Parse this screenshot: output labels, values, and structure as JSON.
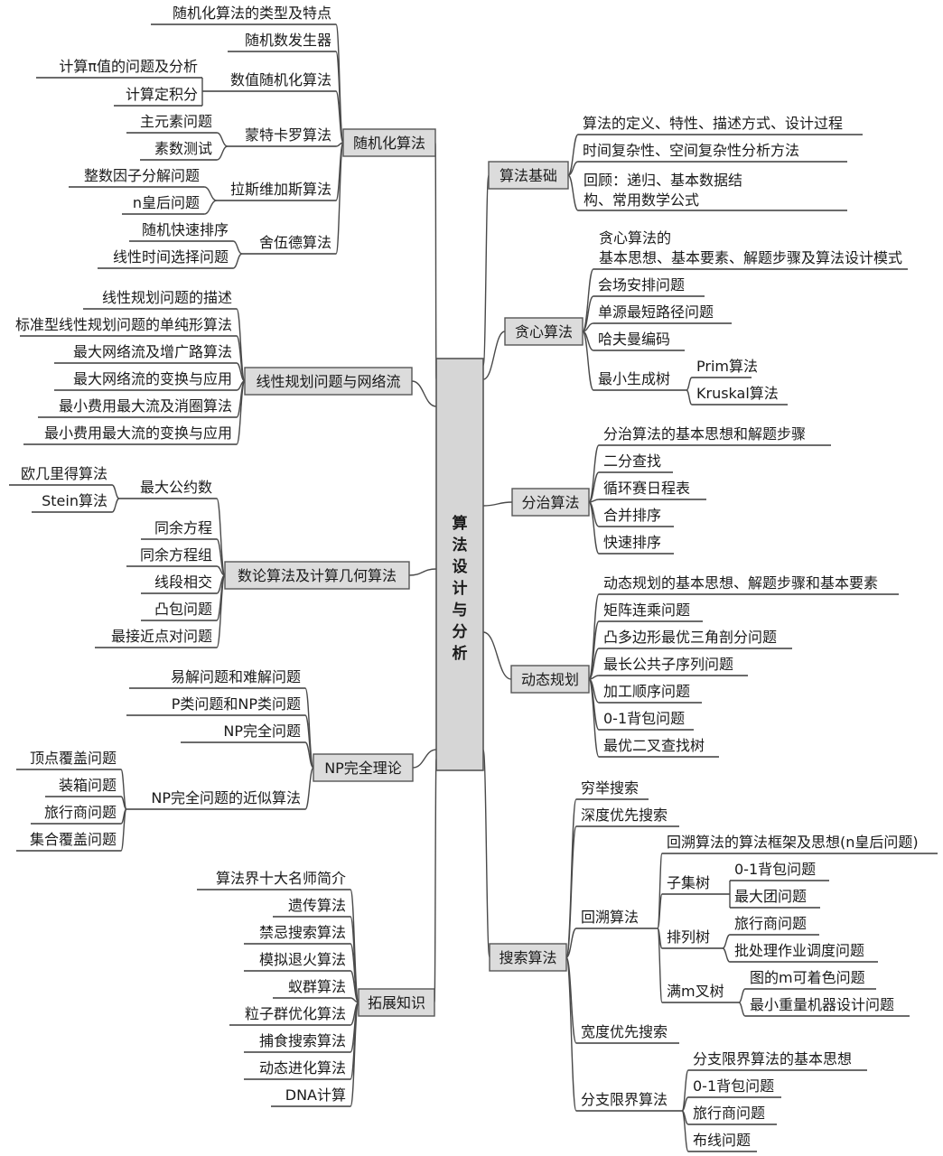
{
  "root": {
    "label": "算法设计与分析"
  },
  "left": [
    {
      "id": "random",
      "label": "随机化算法",
      "children": [
        {
          "label": "随机化算法的类型及特点"
        },
        {
          "label": "随机数发生器"
        },
        {
          "label": "数值随机化算法",
          "children": [
            {
              "label": "计算π值的问题及分析"
            },
            {
              "label": "计算定积分"
            }
          ]
        },
        {
          "label": "蒙特卡罗算法",
          "children": [
            {
              "label": "主元素问题"
            },
            {
              "label": "素数测试"
            }
          ]
        },
        {
          "label": "拉斯维加斯算法",
          "children": [
            {
              "label": "整数因子分解问题"
            },
            {
              "label": "n皇后问题"
            }
          ]
        },
        {
          "label": "舍伍德算法",
          "children": [
            {
              "label": "随机快速排序"
            },
            {
              "label": "线性时间选择问题"
            }
          ]
        }
      ]
    },
    {
      "id": "lp",
      "label": "线性规划问题与网络流",
      "children": [
        {
          "label": "线性规划问题的描述"
        },
        {
          "label": "标准型线性规划问题的单纯形算法"
        },
        {
          "label": "最大网络流及增广路算法"
        },
        {
          "label": "最大网络流的变换与应用"
        },
        {
          "label": "最小费用最大流及消圈算法"
        },
        {
          "label": "最小费用最大流的变换与应用"
        }
      ]
    },
    {
      "id": "num",
      "label": "数论算法及计算几何算法",
      "children": [
        {
          "label": "最大公约数",
          "children": [
            {
              "label": "欧几里得算法"
            },
            {
              "label": "Stein算法"
            }
          ]
        },
        {
          "label": "同余方程"
        },
        {
          "label": "同余方程组"
        },
        {
          "label": "线段相交"
        },
        {
          "label": "凸包问题"
        },
        {
          "label": "最接近点对问题"
        }
      ]
    },
    {
      "id": "np",
      "label": "NP完全理论",
      "children": [
        {
          "label": "易解问题和难解问题"
        },
        {
          "label": "P类问题和NP类问题"
        },
        {
          "label": "NP完全问题"
        },
        {
          "label": "NP完全问题的近似算法",
          "children": [
            {
              "label": "顶点覆盖问题"
            },
            {
              "label": "装箱问题"
            },
            {
              "label": "旅行商问题"
            },
            {
              "label": "集合覆盖问题"
            }
          ]
        }
      ]
    },
    {
      "id": "ext",
      "label": "拓展知识",
      "children": [
        {
          "label": "算法界十大名师简介"
        },
        {
          "label": "遗传算法"
        },
        {
          "label": "禁忌搜索算法"
        },
        {
          "label": "模拟退火算法"
        },
        {
          "label": "蚁群算法"
        },
        {
          "label": "粒子群优化算法"
        },
        {
          "label": "捕食搜索算法"
        },
        {
          "label": "动态进化算法"
        },
        {
          "label": "DNA计算"
        }
      ]
    }
  ],
  "right": [
    {
      "id": "basic",
      "label": "算法基础",
      "children": [
        {
          "label": "算法的定义、特性、描述方式、设计过程"
        },
        {
          "label": "时间复杂性、空间复杂性分析方法"
        },
        {
          "label": "回顾：递归、基本数据结构、常用数学公式"
        }
      ]
    },
    {
      "id": "greedy",
      "label": "贪心算法",
      "children": [
        {
          "label": "贪心算法的基本思想、基本要素、解题步骤及算法设计模式"
        },
        {
          "label": "会场安排问题"
        },
        {
          "label": "单源最短路径问题"
        },
        {
          "label": "哈夫曼编码"
        },
        {
          "label": "最小生成树",
          "children": [
            {
              "label": "Prim算法"
            },
            {
              "label": "Kruskal算法"
            }
          ]
        }
      ]
    },
    {
      "id": "dc",
      "label": "分治算法",
      "children": [
        {
          "label": "分治算法的基本思想和解题步骤"
        },
        {
          "label": "二分查找"
        },
        {
          "label": "循环赛日程表"
        },
        {
          "label": "合并排序"
        },
        {
          "label": "快速排序"
        }
      ]
    },
    {
      "id": "dp",
      "label": "动态规划",
      "children": [
        {
          "label": "动态规划的基本思想、解题步骤和基本要素"
        },
        {
          "label": "矩阵连乘问题"
        },
        {
          "label": "凸多边形最优三角剖分问题"
        },
        {
          "label": "最长公共子序列问题"
        },
        {
          "label": "加工顺序问题"
        },
        {
          "label": "0-1背包问题"
        },
        {
          "label": "最优二叉查找树"
        }
      ]
    },
    {
      "id": "search",
      "label": "搜索算法",
      "children": [
        {
          "label": "穷举搜索"
        },
        {
          "label": "深度优先搜索"
        },
        {
          "label": "回溯算法",
          "children": [
            {
              "label": "回溯算法的算法框架及思想(n皇后问题)"
            },
            {
              "label": "子集树",
              "children": [
                {
                  "label": "0-1背包问题"
                },
                {
                  "label": "最大团问题"
                }
              ]
            },
            {
              "label": "排列树",
              "children": [
                {
                  "label": "旅行商问题"
                },
                {
                  "label": "批处理作业调度问题"
                }
              ]
            },
            {
              "label": "满m叉树",
              "children": [
                {
                  "label": "图的m可着色问题"
                },
                {
                  "label": "最小重量机器设计问题"
                }
              ]
            }
          ]
        },
        {
          "label": "宽度优先搜索"
        },
        {
          "label": "分支限界算法",
          "children": [
            {
              "label": "分支限界算法的基本思想"
            },
            {
              "label": "0-1背包问题"
            },
            {
              "label": "旅行商问题"
            },
            {
              "label": "布线问题"
            }
          ]
        }
      ]
    }
  ]
}
